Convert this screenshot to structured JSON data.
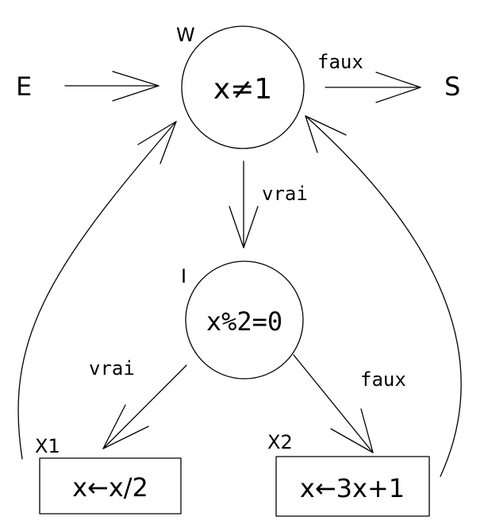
{
  "nodes": {
    "entry": {
      "label": "E"
    },
    "exit": {
      "label": "S"
    },
    "loop_test": {
      "tag": "W",
      "text": "x≠1"
    },
    "parity_test": {
      "tag": "I",
      "text": "x%2=0"
    },
    "halve": {
      "tag": "X1",
      "text": "x←x/2"
    },
    "triple": {
      "tag": "X2",
      "text": "x←3x+1"
    }
  },
  "edges": {
    "loop_false": "faux",
    "loop_true": "vrai",
    "parity_true": "vrai",
    "parity_false": "faux"
  }
}
